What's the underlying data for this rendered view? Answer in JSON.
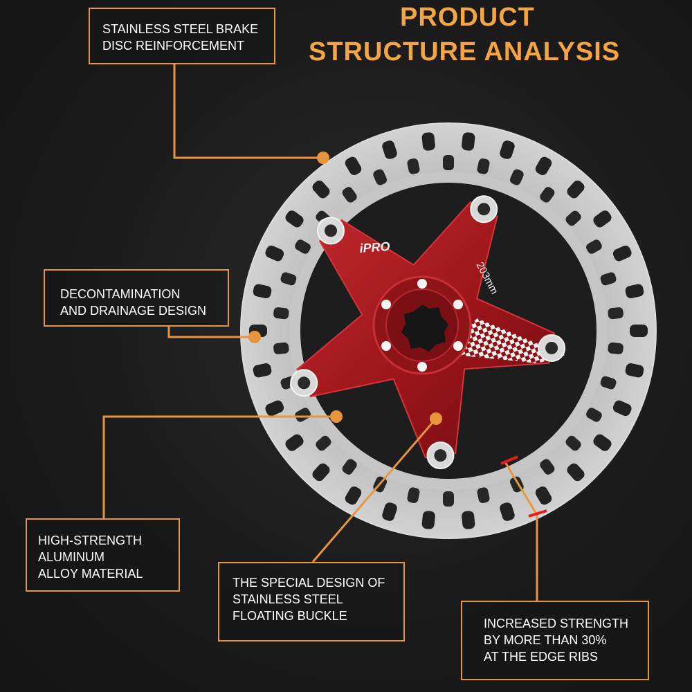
{
  "title": {
    "line1": "PRODUCT",
    "line2": "STRUCTURE ANALYSIS"
  },
  "callouts": [
    {
      "lines": [
        "STAINLESS STEEL BRAKE",
        "DISC REINFORCEMENT"
      ]
    },
    {
      "lines": [
        "DECONTAMINATION",
        "AND DRAINAGE DESIGN"
      ]
    },
    {
      "lines": [
        "HIGH-STRENGTH",
        "ALUMINUM",
        "ALLOY MATERIAL"
      ]
    },
    {
      "lines": [
        "THE SPECIAL DESIGN OF",
        "STAINLESS STEEL",
        "FLOATING BUCKLE"
      ]
    },
    {
      "lines": [
        "INCREASED STRENGTH",
        "BY MORE THAN 30%",
        "AT THE EDGE RIBS"
      ]
    }
  ],
  "disc": {
    "brand_text": "iPRO",
    "size_text": "203mm"
  },
  "colors": {
    "accent": "#e8963e",
    "title": "#f5a544",
    "spider": "#a01a1e",
    "rotor": "#b9b9b9",
    "marker": "#e02020"
  }
}
